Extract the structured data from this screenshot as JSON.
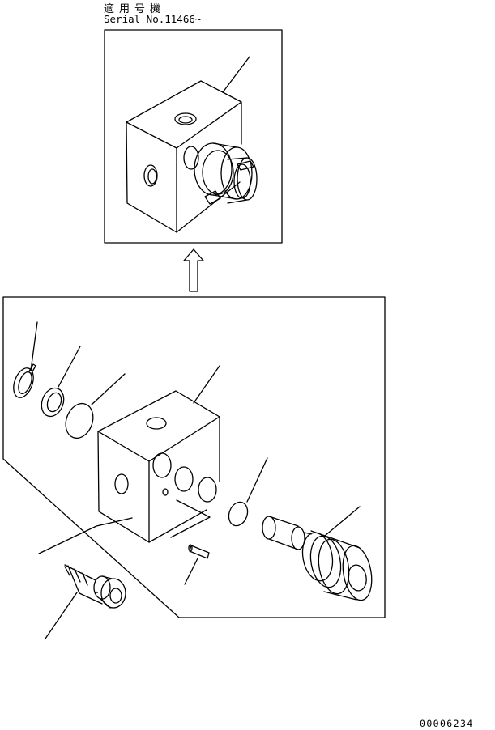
{
  "header": {
    "applicable_models_jp": "適用号機",
    "serial_range": "Serial No.11466~"
  },
  "footer": {
    "drawing_number": "00006234"
  }
}
